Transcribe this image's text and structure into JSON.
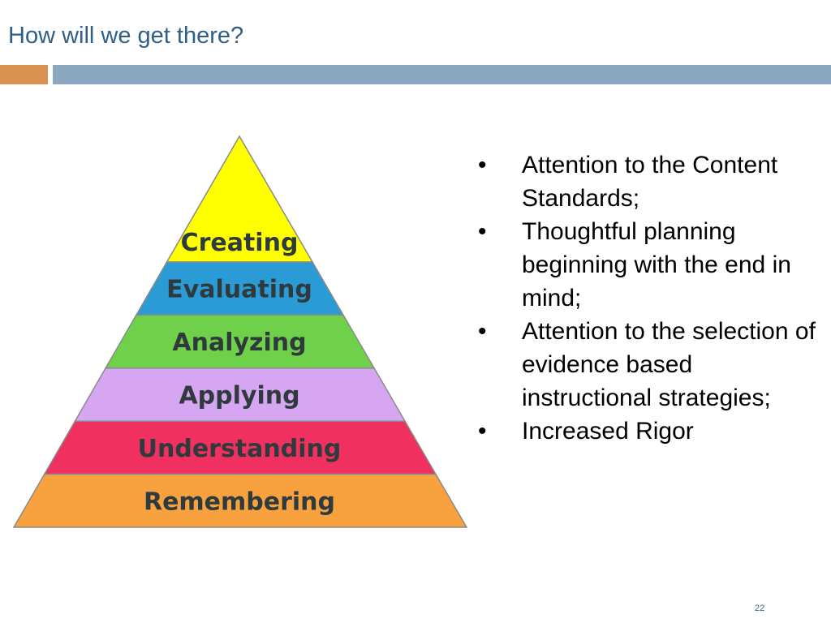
{
  "slide": {
    "title": "How will we get there?",
    "page_number": "22"
  },
  "colors": {
    "title_text": "#2f5f86",
    "accent_bar": "#d9924f",
    "rule_bar": "#8aa7bf"
  },
  "pyramid": {
    "levels": [
      {
        "label": "Creating",
        "color": "#ffff00"
      },
      {
        "label": "Evaluating",
        "color": "#2b9bd6"
      },
      {
        "label": "Analyzing",
        "color": "#6fd04a"
      },
      {
        "label": "Applying",
        "color": "#d7a6f2"
      },
      {
        "label": "Understanding",
        "color": "#f0305f"
      },
      {
        "label": "Remembering",
        "color": "#f7a23e"
      }
    ]
  },
  "bullets": {
    "items": [
      "Attention to the Content Standards;",
      "Thoughtful planning beginning with the end in mind;",
      "Attention to the selection of evidence based  instructional strategies;",
      "Increased Rigor"
    ]
  }
}
